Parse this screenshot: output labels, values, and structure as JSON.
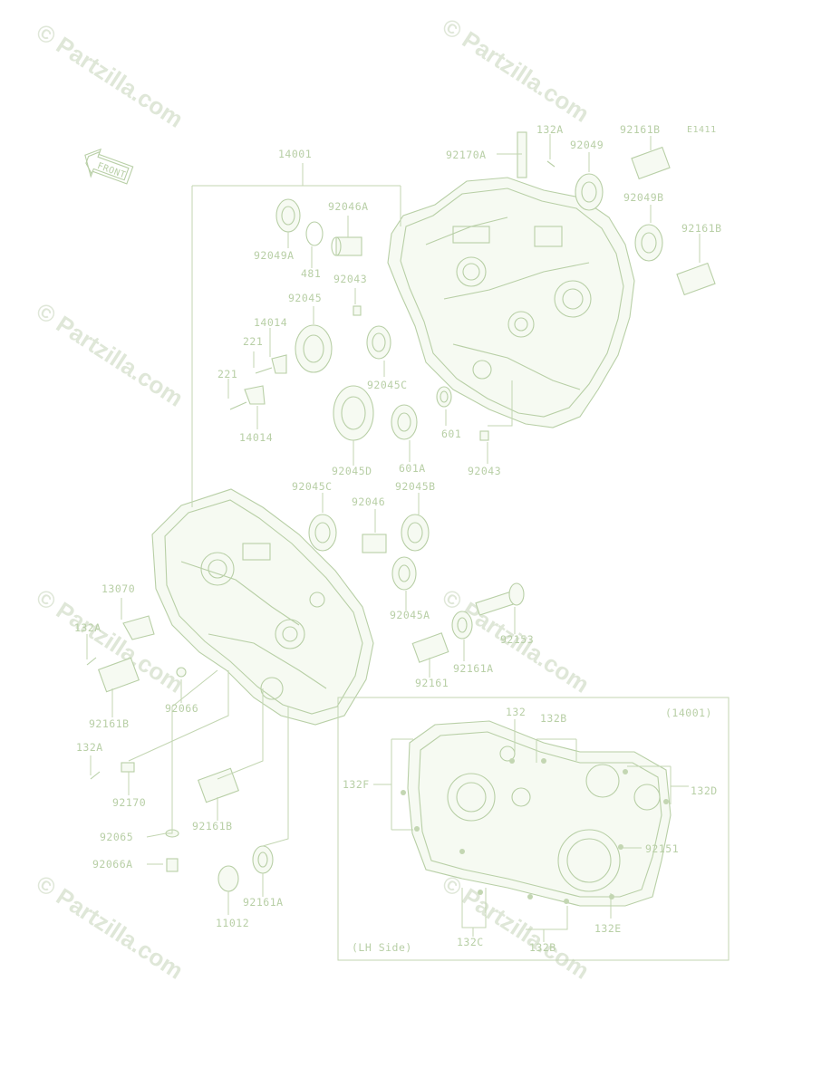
{
  "diagram": {
    "code": "E1411",
    "front_label": "FRONT",
    "inset_label": "(14001)",
    "inset_side_label": "(LH Side)",
    "watermark": "© Partzilla.com",
    "colors": {
      "line": "#c3d6b2",
      "text": "#b8cfa6",
      "watermark": "#dfe7d8"
    }
  },
  "labels": {
    "l14001": "14001",
    "l92170A": "92170A",
    "l132A_t": "132A",
    "l92049": "92049",
    "l92161B_t": "92161B",
    "l92046A": "92046A",
    "l92049A": "92049A",
    "l481": "481",
    "l92043_a": "92043",
    "l92049B": "92049B",
    "l92161B_r": "92161B",
    "l92045": "92045",
    "l14014_a": "14014",
    "l221_a": "221",
    "l221_b": "221",
    "l14014_b": "14014",
    "l92045C_a": "92045C",
    "l601": "601",
    "l601A": "601A",
    "l92045D": "92045D",
    "l92043_b": "92043",
    "l92045C_b": "92045C",
    "l92046": "92046",
    "l92045B": "92045B",
    "l13070": "13070",
    "l132A_m": "132A",
    "l92045A": "92045A",
    "l92153": "92153",
    "l92161A_a": "92161A",
    "l92066": "92066",
    "l92161": "92161",
    "l92161B_l": "92161B",
    "l132A_b": "132A",
    "l92170": "92170",
    "l92161B_b": "92161B",
    "l92065": "92065",
    "l92066A": "92066A",
    "l92161A_b": "92161A",
    "l11012": "11012",
    "l132": "132",
    "l132B_t": "132B",
    "l132F": "132F",
    "l132D": "132D",
    "l92151": "92151",
    "l132E": "132E",
    "l132C": "132C",
    "l132B_b": "132B"
  }
}
